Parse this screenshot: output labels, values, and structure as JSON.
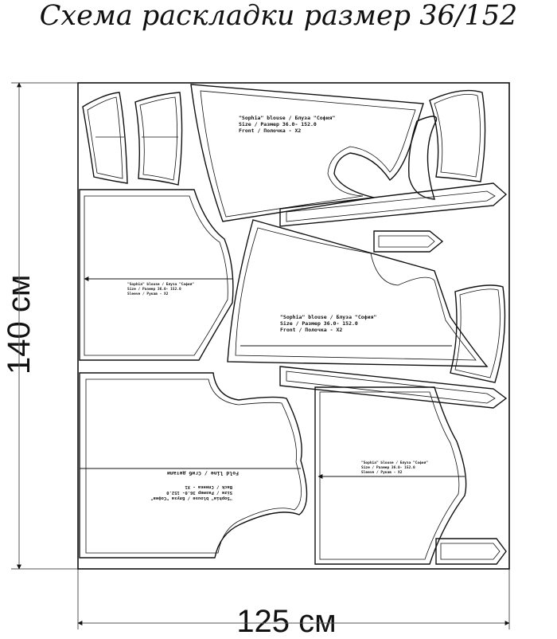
{
  "title": "Схема раскладки размер 36/152",
  "dimensions": {
    "height_label": "140 см",
    "width_label": "125 см"
  },
  "pieces": {
    "front_top": [
      "\"Sophia\" blouse / Блуза \"София\"",
      "Size / Размер  36.0- 152.0",
      "Front / Полочка - X2"
    ],
    "front_mid": [
      "\"Sophia\" blouse / Блуза \"София\"",
      "Size / Размер   36.0- 152.0",
      "Front / Полочка - X2"
    ],
    "sleeve_left": [
      "\"Sophia\" blouse / Блуза \"София\"",
      "Size / Размер   36.0- 152.0",
      "Sleeve / Рукав - X2"
    ],
    "sleeve_right": [
      "\"Sophia\" blouse / Блуза \"София\"",
      "Size / Размер   36.0- 152.0",
      "Sleeve / Рукав - X2"
    ],
    "back": [
      "\"Sophia\" blouse / Блуза \"София\"",
      "Size / Размер   36.0- 152.0",
      "Back / Спинка - X1"
    ],
    "fold_line": "Fold line / Сгиб детали"
  }
}
